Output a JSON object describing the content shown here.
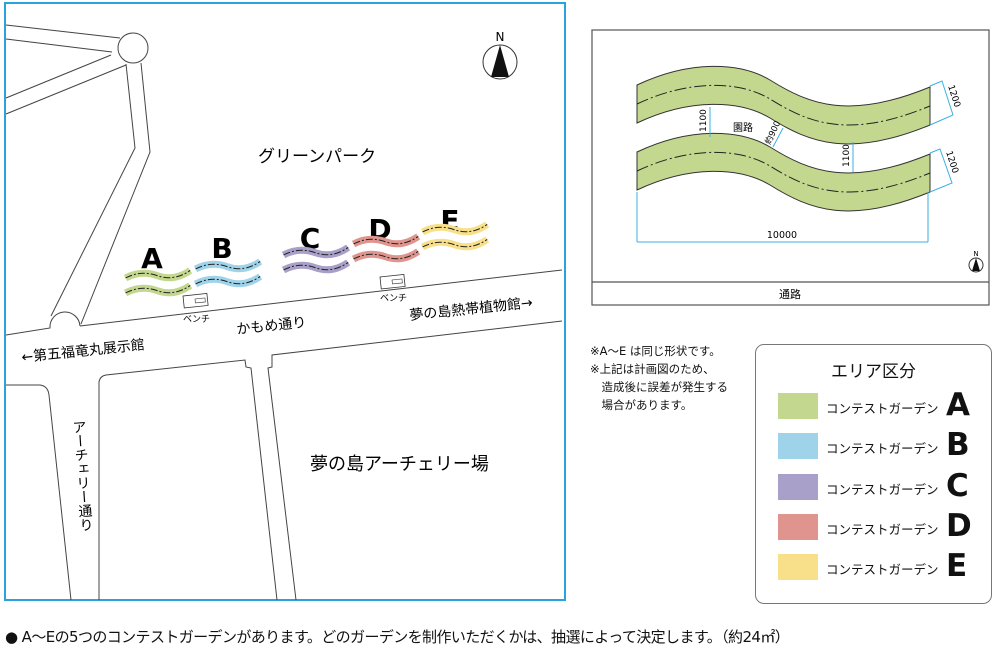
{
  "map": {
    "park_label": "グリーンパーク",
    "street_label": "かもめ通り",
    "west_label": "←第五福竜丸展示館",
    "east_label": "夢の島熱帯植物館→",
    "archery_street_label": "アーチェリー通り",
    "archery_field_label": "夢の島アーチェリー場",
    "bench_label": "ベンチ",
    "north_label": "N",
    "gardens": [
      {
        "letter": "A",
        "color": "#c3d78e"
      },
      {
        "letter": "B",
        "color": "#9fd3ea"
      },
      {
        "letter": "C",
        "color": "#a8a0c8"
      },
      {
        "letter": "D",
        "color": "#e0948e"
      },
      {
        "letter": "E",
        "color": "#f8e08a"
      }
    ],
    "frame_color": "#2aa3dc"
  },
  "plan": {
    "path_label": "園路",
    "gap_label": "1100",
    "gap_label_2": "1100",
    "diag_label": "約900",
    "width_label": "1200",
    "width_label_2": "1200",
    "length_label": "10000",
    "walkway_label": "通路",
    "north_label": "N",
    "dimension_color": "#3ab0e0"
  },
  "notes": [
    "※A〜E は同じ形状です。",
    "※上記は計画図のため、",
    "　造成後に誤差が発生する",
    "　場合があります。"
  ],
  "legend": {
    "title": "エリア区分",
    "items": [
      {
        "label": "コンテストガーデン",
        "letter": "A",
        "color": "#c3d78e"
      },
      {
        "label": "コンテストガーデン",
        "letter": "B",
        "color": "#9fd3ea"
      },
      {
        "label": "コンテストガーデン",
        "letter": "C",
        "color": "#a8a0c8"
      },
      {
        "label": "コンテストガーデン",
        "letter": "D",
        "color": "#e0948e"
      },
      {
        "label": "コンテストガーデン",
        "letter": "E",
        "color": "#f8e08a"
      }
    ]
  },
  "footer": "● A〜Eの5つのコンテストガーデンがあります。どのガーデンを制作いただくかは、抽選によって決定します。（約24㎡）"
}
